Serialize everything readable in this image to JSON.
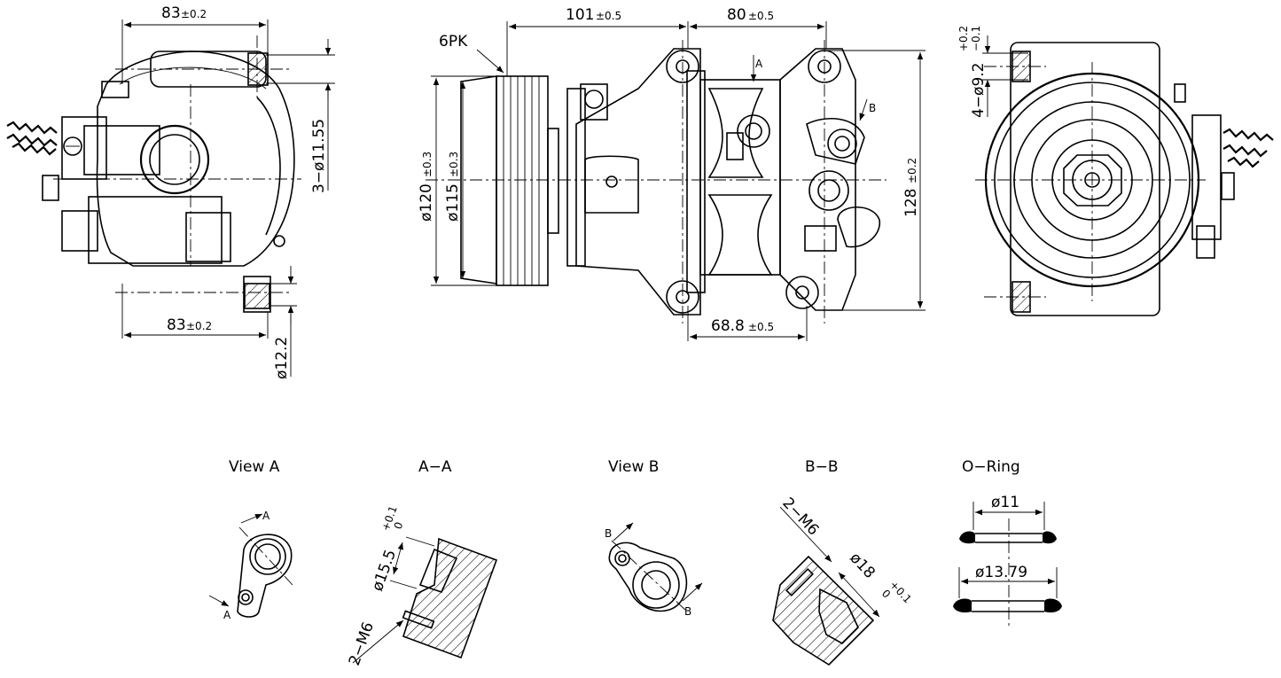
{
  "drawing": {
    "front_view": {
      "dim_top_main": "83",
      "dim_top_tol": "±0.2",
      "dim_bottom_main": "83",
      "dim_bottom_tol": "±0.2",
      "dim_holes": "3−ø11.55",
      "dim_boss": "ø12.2"
    },
    "side_view": {
      "label_belt": "6PK",
      "dim_length_main": "101",
      "dim_length_tol": "±0.5",
      "dim_body_main": "80",
      "dim_body_tol": "±0.5",
      "dim_pulley_outer_main": "ø120",
      "dim_pulley_outer_tol": "±0.3",
      "dim_pulley_inner_main": "ø115",
      "dim_pulley_inner_tol": "±0.3",
      "dim_height_main": "128",
      "dim_height_tol": "±0.2",
      "dim_mount_main": "68.8",
      "dim_mount_tol": "±0.5",
      "marker_a": "A",
      "marker_b": "B"
    },
    "rear_view": {
      "dim_holes_main": "4−ø9.2",
      "dim_holes_tol_upper": "+0.2",
      "dim_holes_tol_lower": "−0.1"
    },
    "details": {
      "view_a_title": "View  A",
      "view_a_arrow_top": "A",
      "view_a_arrow_bottom": "A",
      "section_aa_title": "A−A",
      "section_aa_dia": "ø15.5",
      "section_aa_tol_upper": "+0.1",
      "section_aa_tol_lower": "0",
      "section_aa_thread": "2−M6",
      "view_b_title": "View  B",
      "view_b_arrow_top": "B",
      "view_b_arrow_bottom": "B",
      "section_bb_title": "B−B",
      "section_bb_thread": "2−M6",
      "section_bb_dia": "ø18",
      "section_bb_tol_upper": "+0.1",
      "section_bb_tol_lower": "0",
      "oring_title": "O−Ring",
      "oring_inner_dia": "ø11",
      "oring_outer_dia": "ø13.79"
    }
  }
}
